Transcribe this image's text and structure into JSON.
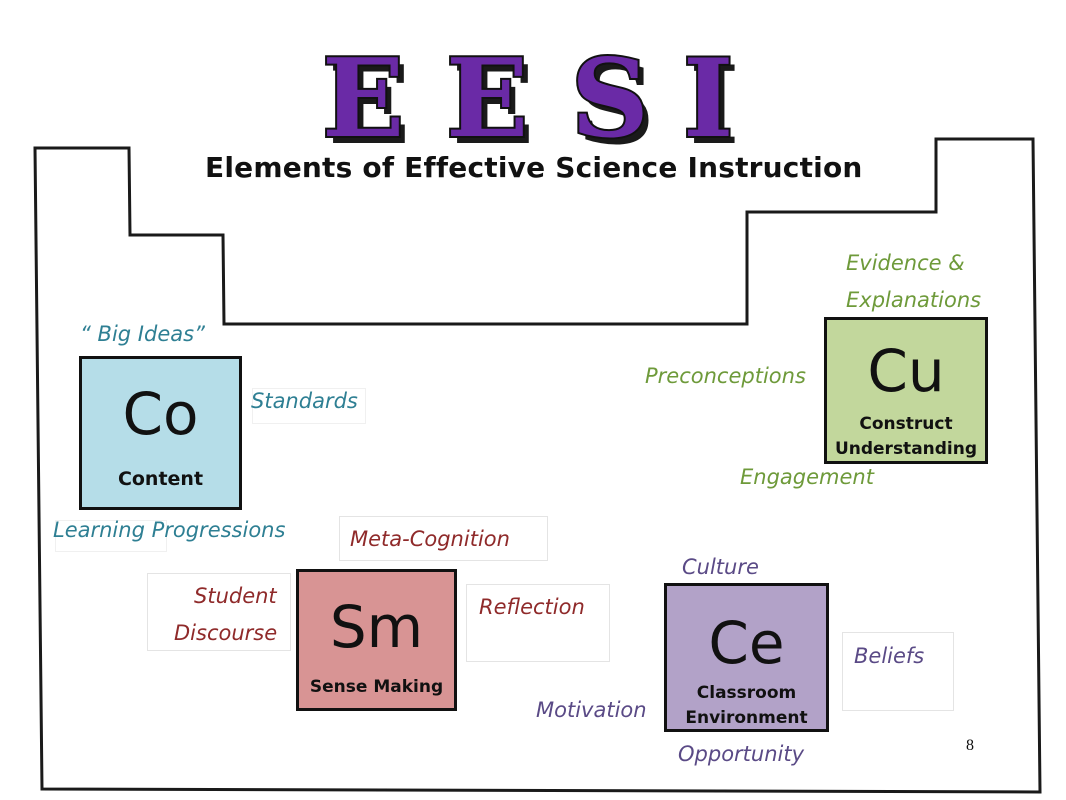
{
  "logo": {
    "letters": [
      "E",
      "E",
      "S",
      "I"
    ],
    "color": "#6a2aa6"
  },
  "subtitle": "Elements of Effective Science Instruction",
  "elements": {
    "content": {
      "symbol": "Co",
      "name": "Content",
      "color": "#b5dde8"
    },
    "construct": {
      "symbol": "Cu",
      "name_line1": "Construct",
      "name_line2": "Understanding",
      "color": "#c2d79c"
    },
    "sense": {
      "symbol": "Sm",
      "name": "Sense Making",
      "color": "#d89494"
    },
    "classroom": {
      "symbol": "Ce",
      "name_line1": "Classroom",
      "name_line2": "Environment",
      "color": "#b2a2c8"
    }
  },
  "terms": {
    "big_ideas": "“ Big Ideas”",
    "standards": "Standards",
    "learning_progressions": "Learning Progressions",
    "evidence_line1": "Evidence &",
    "evidence_line2": "Explanations",
    "preconceptions": "Preconceptions",
    "engagement": "Engagement",
    "meta_cognition": "Meta-Cognition",
    "student_line1": "Student",
    "student_line2": "Discourse",
    "reflection": "Reflection",
    "culture": "Culture",
    "beliefs": "Beliefs",
    "motivation": "Motivation",
    "opportunity": "Opportunity"
  },
  "page_number": "8"
}
